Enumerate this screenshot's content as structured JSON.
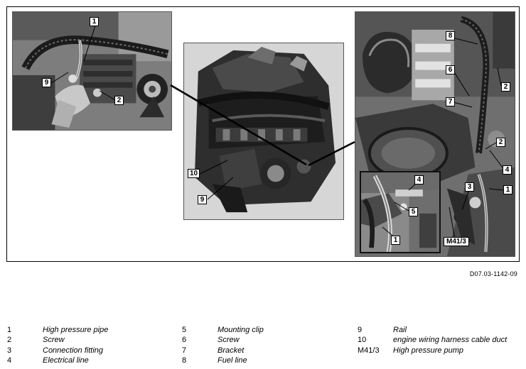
{
  "figure_id": "D07.03-1142-09",
  "callouts": {
    "left": [
      "1",
      "9",
      "2"
    ],
    "center": [
      "10",
      "9"
    ],
    "right": [
      "8",
      "6",
      "7",
      "2",
      "2",
      "4",
      "3",
      "1",
      "M41/3"
    ],
    "inset": [
      "4",
      "5",
      "1"
    ]
  },
  "legend": [
    {
      "num": "1",
      "label": "High pressure pipe"
    },
    {
      "num": "2",
      "label": "Screw"
    },
    {
      "num": "3",
      "label": "Connection fitting"
    },
    {
      "num": "4",
      "label": "Electrical line"
    },
    {
      "num": "5",
      "label": "Mounting clip"
    },
    {
      "num": "6",
      "label": "Screw"
    },
    {
      "num": "7",
      "label": "Bracket"
    },
    {
      "num": "8",
      "label": "Fuel line"
    },
    {
      "num": "9",
      "label": "Rail"
    },
    {
      "num": "10",
      "label": "engine wiring harness cable duct"
    },
    {
      "num": "M41/3",
      "label": "High pressure pump"
    }
  ]
}
